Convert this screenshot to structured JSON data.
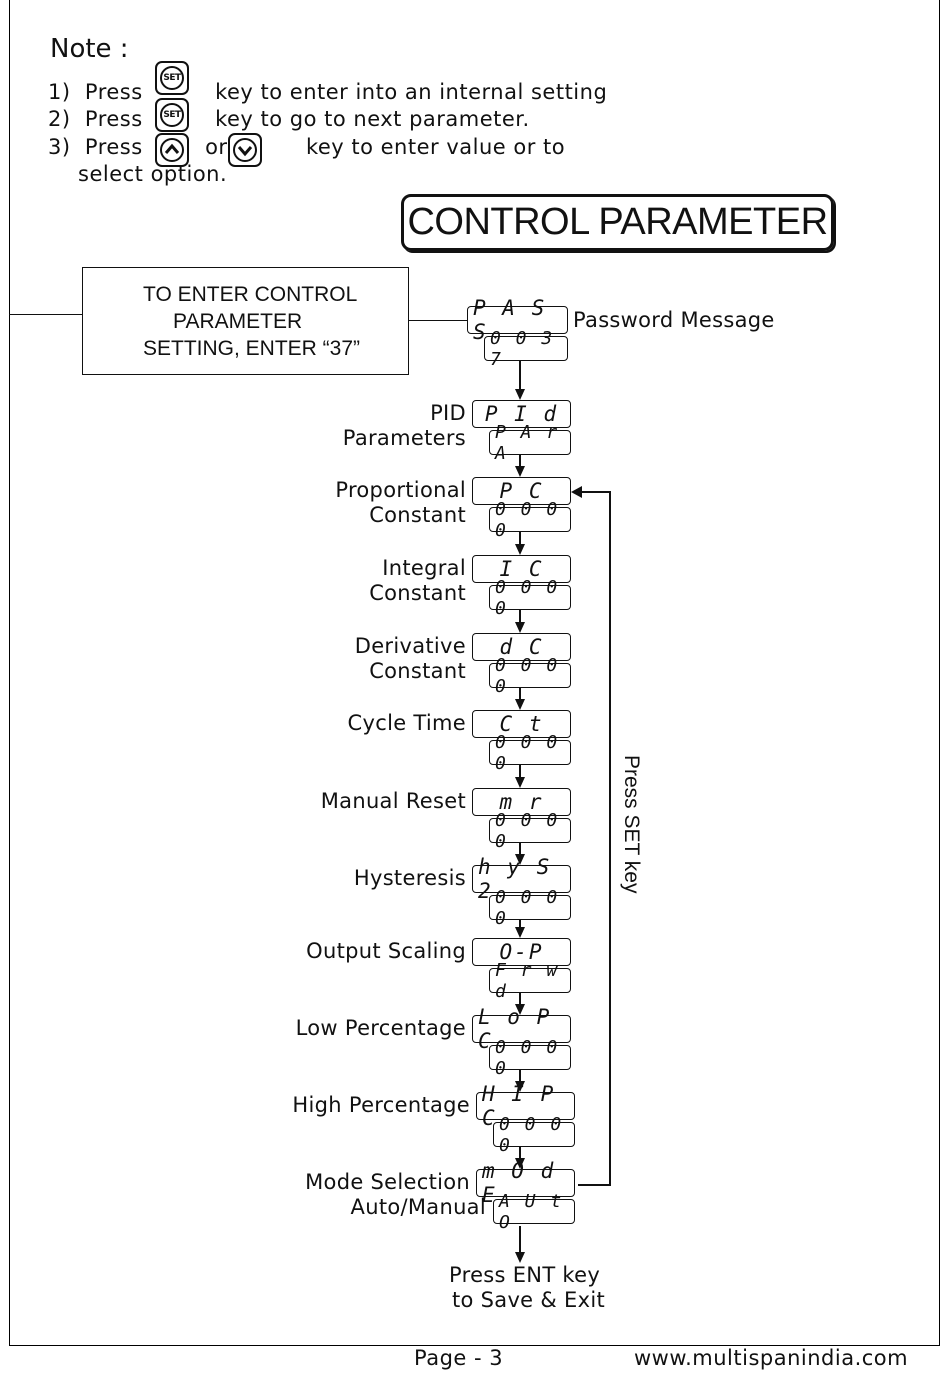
{
  "note": {
    "title": "Note :",
    "lines": [
      {
        "num": "1)",
        "pre": "Press",
        "post": "key to enter into an internal setting"
      },
      {
        "num": "2)",
        "pre": "Press",
        "post": "key to go to next parameter."
      },
      {
        "num": "3)",
        "pre": "Press",
        "mid": "or",
        "post": "key to enter value or to"
      }
    ],
    "continuation": "select option.",
    "set_key_label": "SET"
  },
  "title": "CONTROL PARAMETER",
  "enter_box": {
    "line1": "TO ENTER CONTROL",
    "line2": "PARAMETER",
    "line3": "SETTING, ENTER “37”"
  },
  "password": {
    "top": "P A S S",
    "bottom": "0 0 3 7",
    "label": "Password Message"
  },
  "params": [
    {
      "label1": "PID",
      "label2": "Parameters",
      "top": "P I d",
      "bottom": "P A r A"
    },
    {
      "label1": "Proportional",
      "label2": "Constant",
      "top": "P C",
      "bottom": "0 0 0 0"
    },
    {
      "label1": "Integral",
      "label2": "Constant",
      "top": "I C",
      "bottom": "0 0 0 0"
    },
    {
      "label1": "Derivative",
      "label2": "Constant",
      "top": "d C",
      "bottom": "0 0 0 0"
    },
    {
      "label1": "Cycle Time",
      "label2": "",
      "top": "C t",
      "bottom": "0 0 0 0"
    },
    {
      "label1": "Manual Reset",
      "label2": "",
      "top": "m r",
      "bottom": "0 0 0 0"
    },
    {
      "label1": "Hysteresis",
      "label2": "",
      "top": "h y S 2",
      "bottom": "0 0 0 0"
    },
    {
      "label1": "Output Scaling",
      "label2": "",
      "top": "O-P",
      "bottom": "F r w d"
    },
    {
      "label1": "Low Percentage",
      "label2": "",
      "top": "L o P C",
      "bottom": "0 0 0 0"
    },
    {
      "label1": "High Percentage",
      "label2": "",
      "top": "H I P C",
      "bottom": "0 0 0 0"
    },
    {
      "label1": "Mode Selection",
      "label2": "Auto/Manual",
      "top": "m O d E",
      "bottom": "A U t O"
    }
  ],
  "loop_label": "Press SET key",
  "exit": {
    "line1": "Press ENT key",
    "line2": "to Save & Exit"
  },
  "footer": {
    "page": "Page - 3",
    "website": "www.multispanindia.com"
  }
}
